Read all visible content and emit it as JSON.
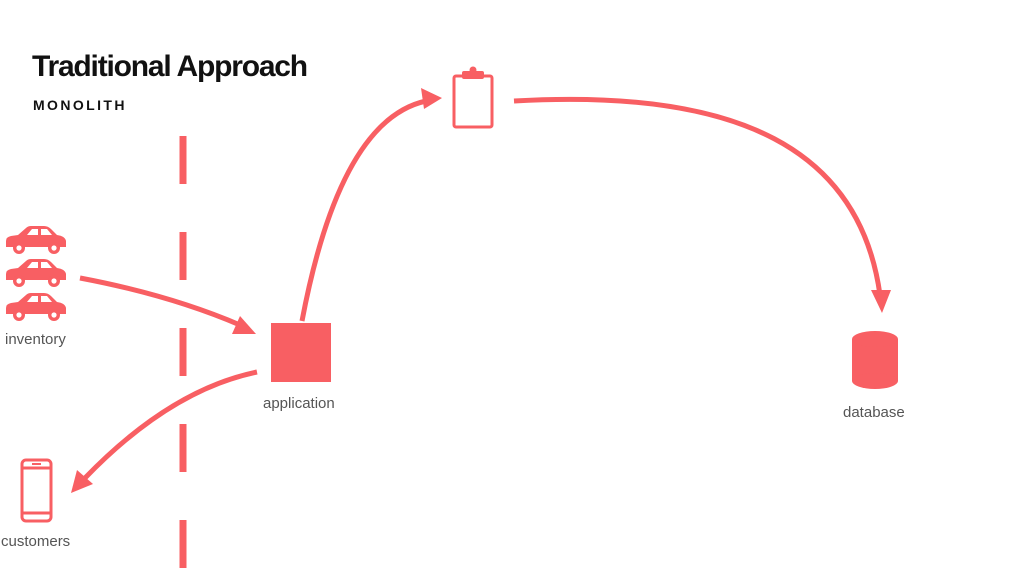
{
  "header": {
    "title": "Traditional Approach",
    "subtitle": "MONOLITH"
  },
  "nodes": {
    "inventory": {
      "label": "inventory",
      "icon": "car-icon"
    },
    "application": {
      "label": "application",
      "icon": "square-icon"
    },
    "database": {
      "label": "database",
      "icon": "database-icon"
    },
    "customers": {
      "label": "customers",
      "icon": "phone-icon"
    },
    "document": {
      "icon": "clipboard-icon"
    }
  },
  "colors": {
    "accent": "#F85F63",
    "title": "#111111",
    "label": "#555555"
  }
}
